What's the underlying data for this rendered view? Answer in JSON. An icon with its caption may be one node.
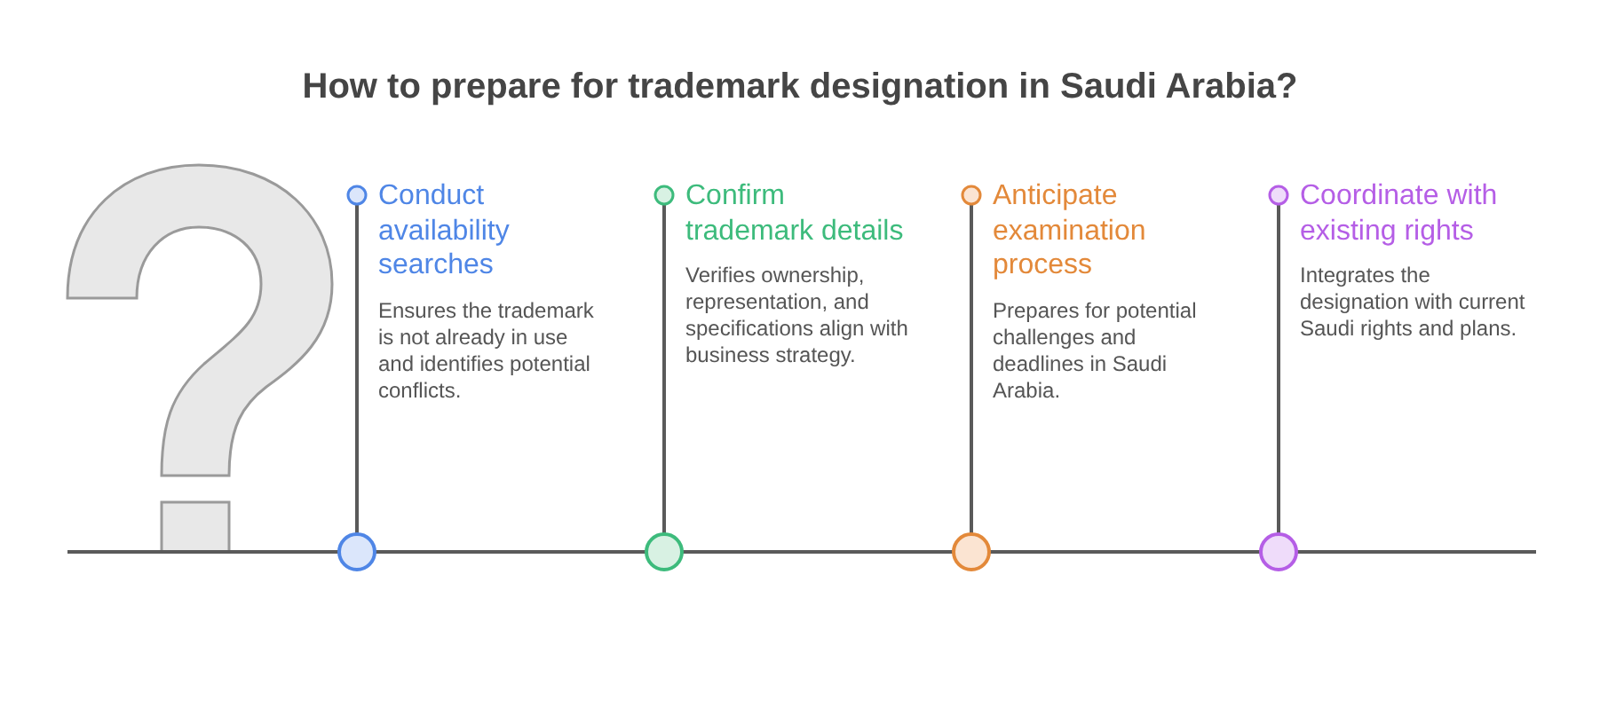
{
  "diagram": {
    "title": "How to prepare for trademark designation in Saudi Arabia?",
    "nodes": [
      {
        "text": [
          "Conduct availability searches",
          "Ensures the trademark is not already in use and identifies potential conflicts."
        ]
      },
      {
        "text": [
          "Confirm trademark details",
          "Verifies ownership, representation, and specifications align with business strategy."
        ]
      },
      {
        "text": [
          "Anticipate examination process",
          "Prepares for potential challenges and deadlines in Saudi Arabia."
        ]
      },
      {
        "text": [
          "Coordinate with existing rights",
          "Integrates the designation with current Saudi rights and plans."
        ]
      },
      {
        "text": [],
        "shape": "circle"
      },
      {
        "text": [],
        "shape": "circle"
      },
      {
        "text": [],
        "shape": "circle"
      },
      {
        "text": [],
        "shape": "circle"
      }
    ],
    "edges": [
      {
        "from": 0,
        "to": 4,
        "arrow": "none"
      },
      {
        "from": 1,
        "to": 5,
        "arrow": "none"
      },
      {
        "from": 2,
        "to": 6,
        "arrow": "none"
      },
      {
        "from": 3,
        "to": 7,
        "arrow": "none"
      }
    ]
  }
}
